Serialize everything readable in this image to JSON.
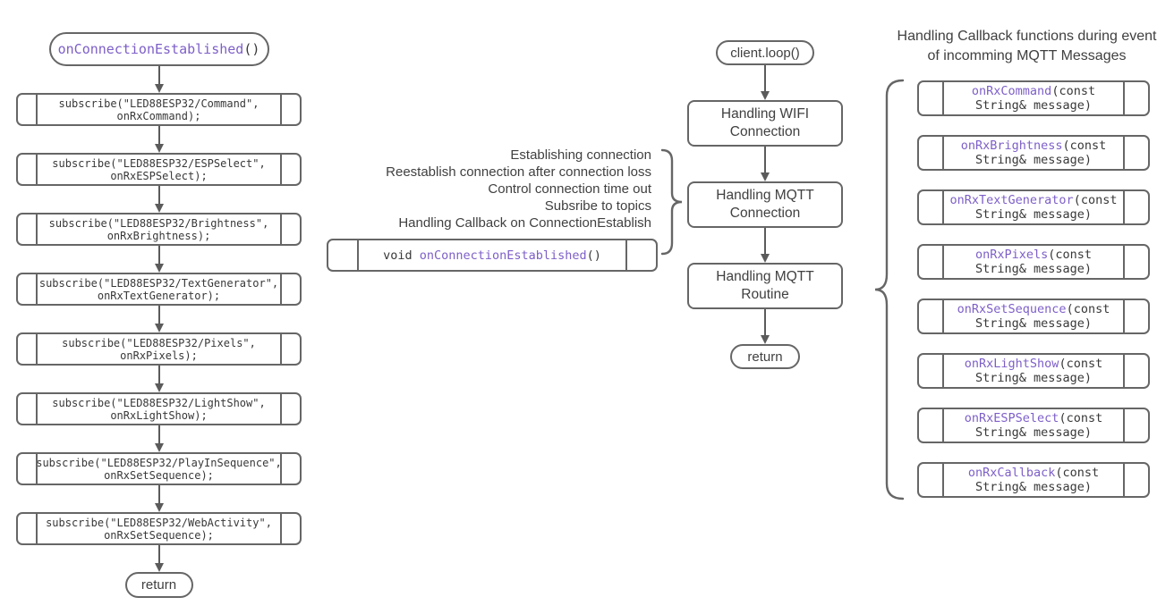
{
  "colors": {
    "purple": "#7d5fc8",
    "border": "#666666",
    "text": "#404040",
    "mono": "#383838",
    "arrow": "#5b5b5b",
    "bg": "#ffffff"
  },
  "left_flow": {
    "start_name": "onConnectionEstablished",
    "start_suffix": "()",
    "steps": [
      {
        "line1": "subscribe(\"LED88ESP32/Command\",",
        "line2": "onRxCommand);"
      },
      {
        "line1": "subscribe(\"LED88ESP32/ESPSelect\",",
        "line2": "onRxESPSelect);"
      },
      {
        "line1": "subscribe(\"LED88ESP32/Brightness\",",
        "line2": "onRxBrightness);"
      },
      {
        "line1": "subscribe(\"LED88ESP32/TextGenerator\",",
        "line2": "onRxTextGenerator);"
      },
      {
        "line1": "subscribe(\"LED88ESP32/Pixels\",",
        "line2": "onRxPixels);"
      },
      {
        "line1": "subscribe(\"LED88ESP32/LightShow\",",
        "line2": "onRxLightShow);"
      },
      {
        "line1": "subscribe(\"LED88ESP32/PlayInSequence\",",
        "line2": "onRxSetSequence);"
      },
      {
        "line1": "subscribe(\"LED88ESP32/WebActivity\",",
        "line2": "onRxSetSequence);"
      }
    ],
    "end_label": "return"
  },
  "annotation": {
    "lines": [
      "Establishing connection",
      "Reestablish connection after connection loss",
      "Control connection time out",
      "Subsribe to topics",
      "Handling Callback on ConnectionEstablish"
    ],
    "box_keyword": "void ",
    "box_name": "onConnectionEstablished",
    "box_suffix": "()"
  },
  "middle_flow": {
    "start_label": "client.loop()",
    "steps": [
      {
        "label": "Handling WIFI Connection"
      },
      {
        "label": "Handling MQTT Connection"
      },
      {
        "label": "Handling MQTT Routine"
      }
    ],
    "end_label": "return"
  },
  "right_panel": {
    "title_line1": "Handling Callback functions during event",
    "title_line2": "of incomming MQTT Messages",
    "args_note": "(const String& message)",
    "callbacks": [
      {
        "name": "onRxCommand",
        "args_line1": "(const",
        "args_line2": "String& message)"
      },
      {
        "name": "onRxBrightness",
        "args_line1": "(const",
        "args_line2": "String& message)"
      },
      {
        "name": "onRxTextGenerator",
        "args_line1": "(const",
        "args_line2": "String& message)"
      },
      {
        "name": "onRxPixels",
        "args_line1": "(const",
        "args_line2": "String& message)"
      },
      {
        "name": "onRxSetSequence",
        "args_line1": "(const",
        "args_line2": "String& message)"
      },
      {
        "name": "onRxLightShow",
        "args_line1": "(const",
        "args_line2": "String& message)"
      },
      {
        "name": "onRxESPSelect",
        "args_line1": "(const",
        "args_line2": "String& message)"
      },
      {
        "name": "onRxCallback",
        "args_line1": "(const",
        "args_line2": "String& message)"
      }
    ]
  }
}
